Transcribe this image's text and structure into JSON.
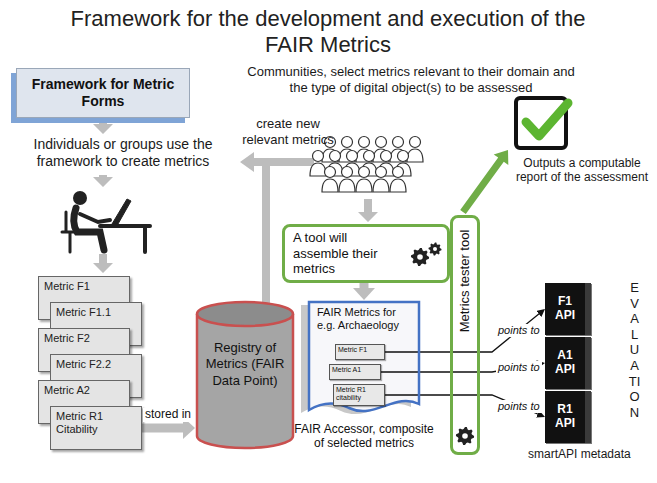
{
  "diagram": {
    "title": "Framework for the development and execution of the FAIR Metrics",
    "nodes": [
      {
        "text": [
          "Framework for Metric Forms"
        ]
      },
      {
        "text": [
          "Metric F1"
        ]
      },
      {
        "text": [
          "Metric F1.1"
        ]
      },
      {
        "text": [
          "Metric F2"
        ]
      },
      {
        "text": [
          "Metric F2.2"
        ]
      },
      {
        "text": [
          "Metric A2"
        ]
      },
      {
        "text": [
          "Metric R1 Citability"
        ]
      },
      {
        "text": [
          "Registry of Metrics (FAIR Data Point)"
        ]
      },
      {
        "text": [
          "A tool will assemble their metrics"
        ]
      },
      {
        "text": [
          "FAIR Metrics for e.g. Archaeology",
          "FAIR Accessor, composite of selected metrics"
        ]
      },
      {
        "text": [
          "Metric F1"
        ],
        "in": 9
      },
      {
        "text": [
          "Metric A1"
        ],
        "in": 9
      },
      {
        "text": [
          "Metric R1 citability"
        ],
        "in": 9
      },
      {
        "text": [
          "Metrics tester tool"
        ]
      },
      {
        "text": [
          "F1 API"
        ]
      },
      {
        "text": [
          "A1 API"
        ]
      },
      {
        "text": [
          "R1 API"
        ]
      }
    ],
    "edges": [
      {
        "from": 6,
        "to": 7,
        "arrow": "to",
        "label": "stored in"
      },
      {
        "from": 8,
        "to": 9,
        "arrow": "to"
      },
      {
        "from": 10,
        "to": 14,
        "arrow": "to",
        "label": "points to"
      },
      {
        "from": 11,
        "to": 15,
        "arrow": "to",
        "label": "points to"
      },
      {
        "from": 12,
        "to": 16,
        "arrow": "to",
        "label": "points to"
      }
    ],
    "labels": [
      "Individuals or groups use the framework to create metrics",
      "create new relevant metrics",
      "Communities, select metrics relevant to their domain and the type of digital object(s) to be assessed",
      "Outputs a computable report of the assessment",
      "smartAPI metadata",
      "EVALUATION"
    ]
  }
}
